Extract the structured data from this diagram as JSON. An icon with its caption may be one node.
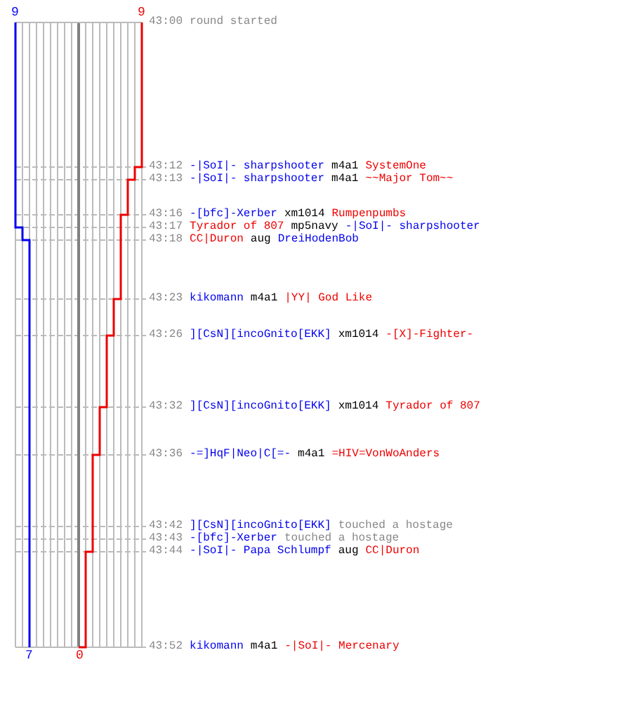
{
  "diagram": {
    "labels": [
      "9",
      "9",
      "43:00",
      "round started",
      "43:12",
      "-|SoI|- sharpshooter",
      "m4a1",
      "SystemOne",
      "43:13",
      "-|SoI|- sharpshooter",
      "m4a1",
      "~~Major Tom~~",
      "43:16",
      "-[bfc]-Xerber",
      "xm1014",
      "Rumpenpumbs",
      "43:17",
      "Tyrador of 807",
      "mp5navy",
      "-|SoI|- sharpshooter",
      "43:18",
      "CC|Duron",
      "aug",
      "DreiHodenBob",
      "43:23",
      "kikomann",
      "m4a1",
      "|YY| God Like",
      "43:26",
      "][CsN][incoGnito[EKK]",
      "xm1014",
      "-[X]-Fighter-",
      "43:32",
      "][CsN][incoGnito[EKK]",
      "xm1014",
      "Tyrador of 807",
      "43:36",
      "-=]HqF|Neo|C[=-",
      "m4a1",
      "=HIV=VonWoAnders",
      "43:42",
      "][CsN][incoGnito[EKK]",
      "touched a hostage",
      "43:43",
      "-[bfc]-Xerber",
      "touched a hostage",
      "43:44",
      "-|SoI|- Papa Schlumpf",
      "aug",
      "CC|Duron",
      "7",
      "0",
      "43:52",
      "kikomann",
      "m4a1",
      "-|SoI|- Mercenary"
    ]
  }
}
